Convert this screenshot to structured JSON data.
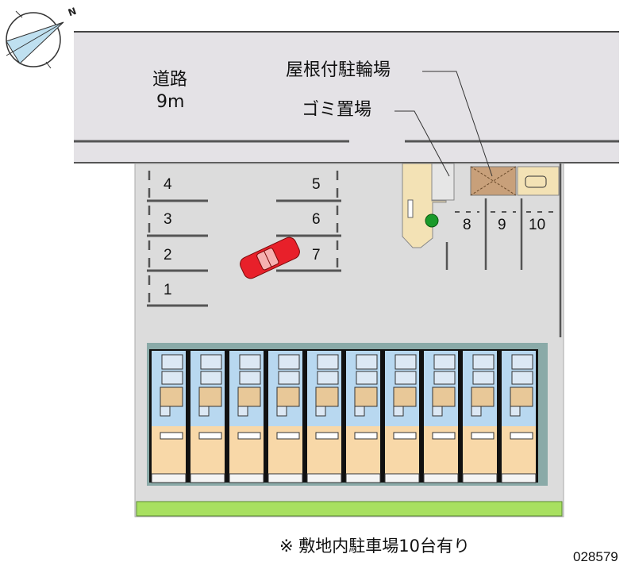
{
  "compass": {
    "north_label": "N"
  },
  "road": {
    "name": "道路",
    "width": "9m"
  },
  "labels": {
    "bicycle_shelter": "屋根付駐輪場",
    "garbage_area": "ゴミ置場"
  },
  "parking_spaces": [
    "1",
    "2",
    "3",
    "4",
    "5",
    "6",
    "7",
    "8",
    "9",
    "10"
  ],
  "building": {
    "unit_count": 10
  },
  "footer": {
    "note": "※ 敷地内駐車場10台有り",
    "code": "028579"
  },
  "colors": {
    "road": "#e4e2e6",
    "lot": "#dedede",
    "unit_floor": "#f8d8a8",
    "unit_wet": "#b8d8f0",
    "car": "#e8202a",
    "grass": "#a8e060",
    "shelter": "#c8a07a"
  }
}
